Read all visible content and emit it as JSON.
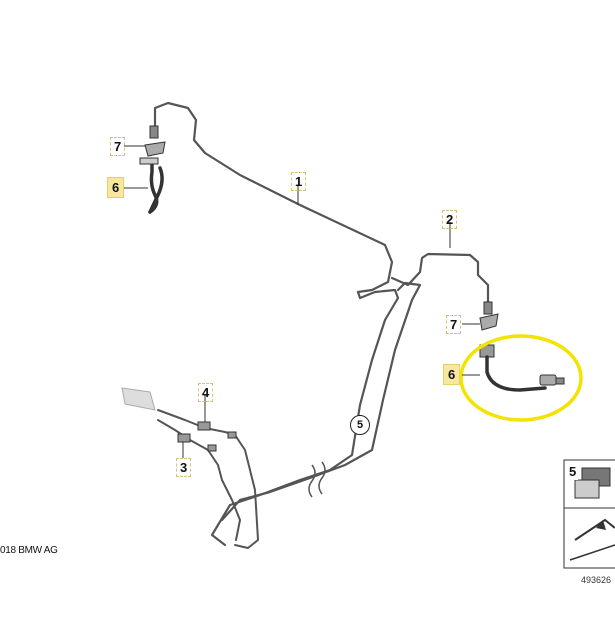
{
  "callouts": {
    "c1": "1",
    "c2": "2",
    "c3": "3",
    "c4": "4",
    "c5_circle": "5",
    "c6_left": "6",
    "c6_right": "6",
    "c7_left": "7",
    "c7_right": "7",
    "c5_inset": "5"
  },
  "footer": {
    "copyright": "018 BMW AG",
    "doc_number": "493626"
  },
  "colors": {
    "highlight_fill": "#f8e7a0",
    "highlight_ring": "#f2e300",
    "line": "#555555"
  }
}
